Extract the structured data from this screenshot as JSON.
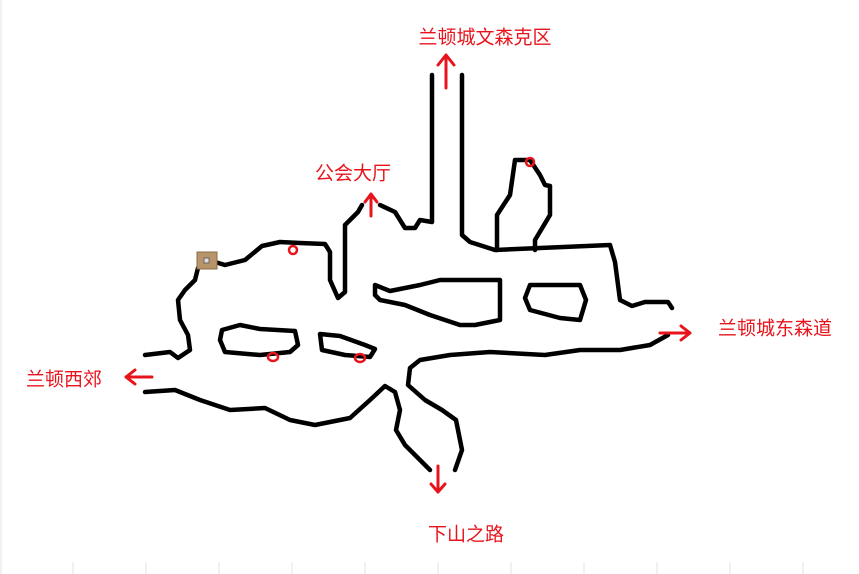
{
  "map": {
    "exits": {
      "north": "兰顿城文森克区",
      "guild": "公会大厅",
      "east": "兰顿城东森道",
      "west": "兰顿西郊",
      "south": "下山之路"
    },
    "colors": {
      "label": "#e8141c",
      "wall": "#000000",
      "chest": "#b8946a"
    },
    "markers": [
      "treasure-chest",
      "red-spot",
      "red-spot",
      "red-spot",
      "red-spot"
    ]
  }
}
